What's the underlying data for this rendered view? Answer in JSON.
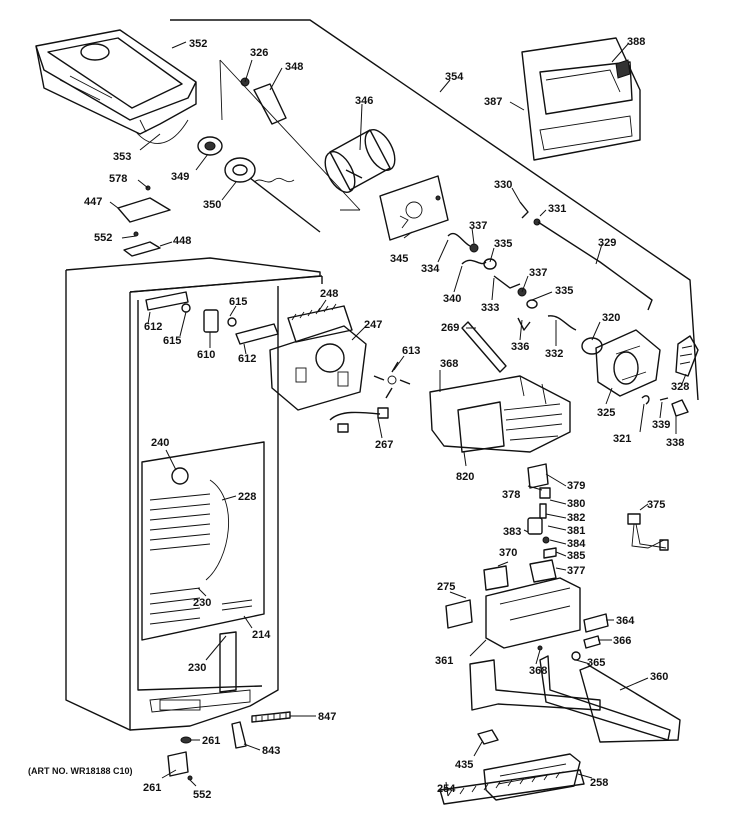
{
  "art_number": "(ART NO. WR18188 C10)",
  "callouts": [
    "352",
    "326",
    "348",
    "354",
    "388",
    "387",
    "353",
    "346",
    "349",
    "350",
    "578",
    "447",
    "552",
    "448",
    "330",
    "331",
    "337",
    "335",
    "329",
    "345",
    "334",
    "340",
    "333",
    "337b",
    "335b",
    "336",
    "332",
    "320",
    "328",
    "248",
    "615",
    "612",
    "615b",
    "610",
    "612b",
    "247",
    "613",
    "269",
    "368",
    "325",
    "321",
    "339",
    "338",
    "267",
    "820",
    "240",
    "228",
    "379",
    "378",
    "380",
    "382",
    "381",
    "384",
    "385",
    "377",
    "383",
    "370",
    "375",
    "275",
    "364",
    "366",
    "365",
    "368b",
    "361",
    "360",
    "230",
    "214",
    "230b",
    "847",
    "261",
    "843",
    "261b",
    "552b",
    "435",
    "258",
    "254"
  ],
  "labels": {
    "352": "352",
    "326": "326",
    "348": "348",
    "354": "354",
    "388": "388",
    "387": "387",
    "353": "353",
    "346": "346",
    "349": "349",
    "350": "350",
    "578": "578",
    "447": "447",
    "552": "552",
    "448": "448",
    "330": "330",
    "331": "331",
    "337": "337",
    "335": "335",
    "329": "329",
    "345": "345",
    "334": "334",
    "340": "340",
    "333": "333",
    "337b": "337",
    "335b": "335",
    "336": "336",
    "332": "332",
    "320": "320",
    "328": "328",
    "248": "248",
    "615": "615",
    "612": "612",
    "615b": "615",
    "610": "610",
    "612b": "612",
    "247": "247",
    "613": "613",
    "269": "269",
    "368": "368",
    "325": "325",
    "321": "321",
    "339": "339",
    "338": "338",
    "267": "267",
    "820": "820",
    "240": "240",
    "228": "228",
    "379": "379",
    "378": "378",
    "380": "380",
    "382": "382",
    "381": "381",
    "384": "384",
    "385": "385",
    "377": "377",
    "383": "383",
    "370": "370",
    "375": "375",
    "275": "275",
    "364": "364",
    "366": "366",
    "365": "365",
    "368b": "368",
    "361": "361",
    "360": "360",
    "230": "230",
    "214": "214",
    "230b": "230",
    "847": "847",
    "261": "261",
    "843": "843",
    "261b": "261",
    "552b": "552",
    "435": "435",
    "258": "258",
    "254": "254"
  }
}
